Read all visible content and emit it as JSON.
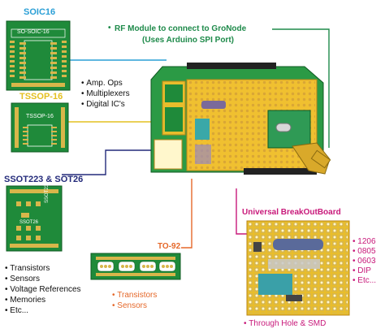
{
  "colors": {
    "soic": "#2a9fd6",
    "tssop": "#e4c020",
    "ssot": "#232a7a",
    "rf": "#1e8a4a",
    "to92": "#e5682a",
    "breakout": "#c8197a",
    "pcb_green": "#1f8a3a",
    "pad_gold": "#d8b64a"
  },
  "titles": {
    "soic": "SOIC16",
    "tssop": "TSSOP-16",
    "ssot": "SSOT223 & SOT26",
    "rf": "RF Module to connect to GroNode",
    "rf_sub": "(Uses Arduino SPI Port)",
    "to92": "TO-92",
    "breakout": "Universal BreakOutBoard"
  },
  "board_text": {
    "soic": "SO-SOIC-16",
    "tssop": "TSSOP-16",
    "ssot_a": "SSOT23",
    "ssot_b": "SSOT26"
  },
  "lists": {
    "middle": [
      "Amp. Ops",
      "Multiplexers",
      "Digital IC's"
    ],
    "ssot": [
      "Transistors",
      "Sensors",
      "Voltage References",
      "Memories",
      "Etc..."
    ],
    "to92": [
      "Transistors",
      "Sensors"
    ],
    "breakout": [
      "1206",
      "0805",
      "0603",
      "DIP",
      "Etc..."
    ],
    "breakout_bottom": "Through Hole & SMD"
  }
}
